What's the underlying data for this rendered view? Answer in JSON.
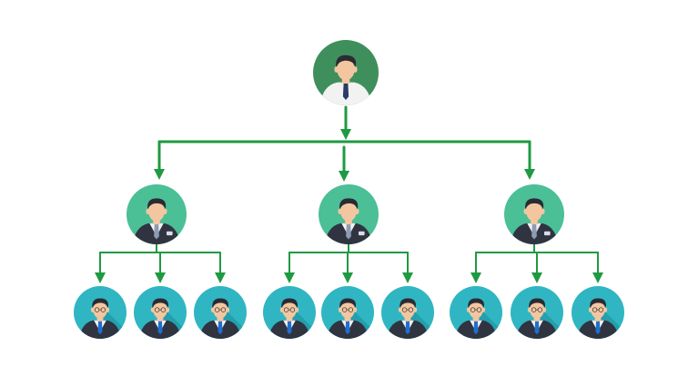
{
  "diagram": {
    "type": "org-chart",
    "levels": [
      {
        "role": "executive",
        "count": 1
      },
      {
        "role": "manager",
        "count": 3
      },
      {
        "role": "employee",
        "count": 9
      }
    ],
    "connections": {
      "root_to_managers": 3,
      "each_manager_to_employees": 3
    }
  },
  "colors": {
    "background": "#ffffff",
    "connector": "#1f9a43",
    "executive_circle": "#3f8f5c",
    "manager_circle": "#4bbf96",
    "employee_circle": "#2fb6c2",
    "employee_circle_shade": "#229aa7",
    "skin": "#f3c6a0",
    "hair": "#2b2b33",
    "suit": "#2f3440",
    "shirt": "#f2f2f2",
    "tie_exec": "#2a3b66",
    "tie_employee": "#1f6fd1",
    "badge": "#d7dde6"
  },
  "icons": {
    "executive": "person-executive-icon",
    "manager": "person-manager-icon",
    "employee": "person-employee-icon"
  }
}
